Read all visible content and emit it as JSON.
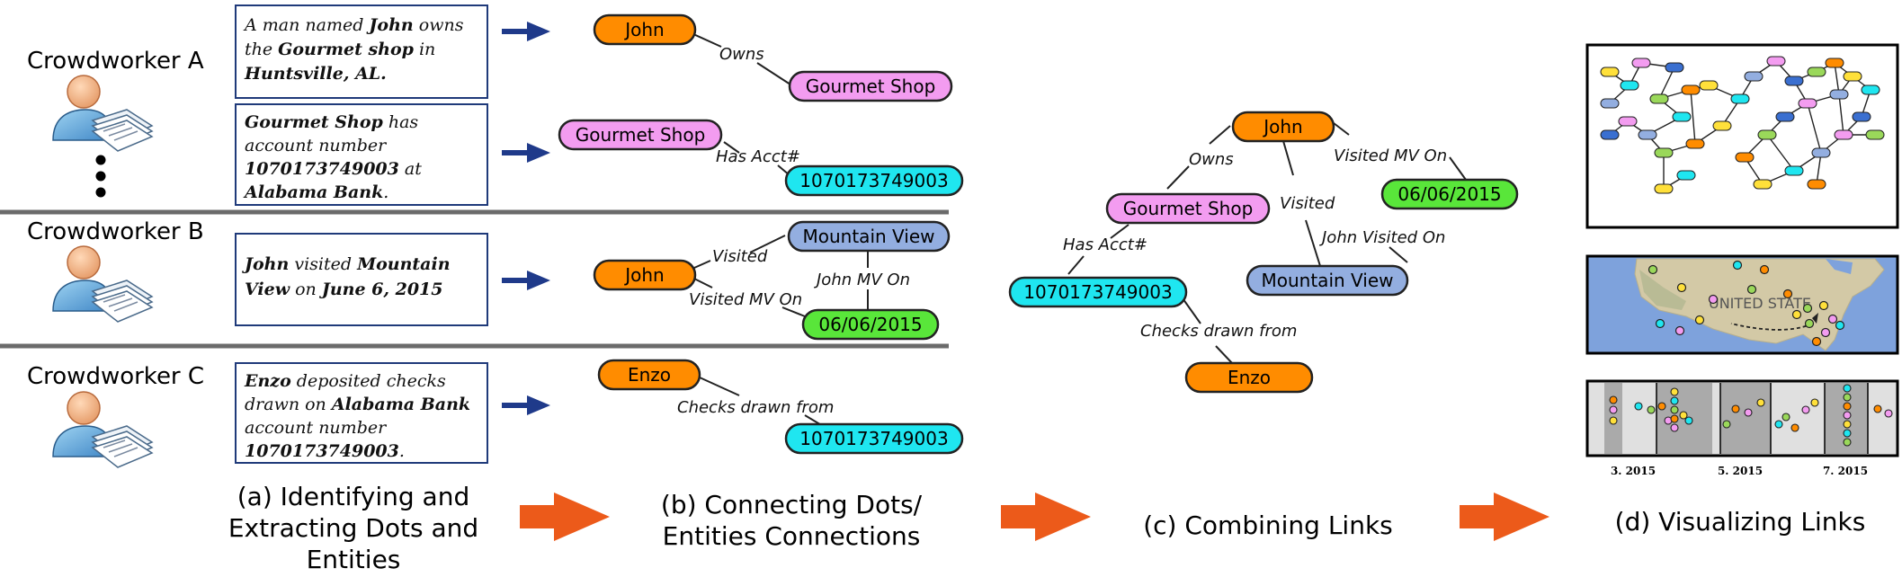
{
  "colors": {
    "orange": "#ff8c00",
    "pink": "#f39cf0",
    "cyan": "#1fe6f0",
    "green": "#59e63a",
    "blue": "#93aee0",
    "arrow_blue": "#1f3a8a",
    "arrow_orange": "#ec5a1a"
  },
  "workers": [
    {
      "label": "Crowdworker A"
    },
    {
      "label": "Crowdworker B"
    },
    {
      "label": "Crowdworker C"
    }
  ],
  "sentences": {
    "a1": [
      [
        {
          "t": "A man named "
        },
        {
          "t": "John",
          "b": true
        },
        {
          "t": " owns"
        }
      ],
      [
        {
          "t": "the "
        },
        {
          "t": "Gourmet shop",
          "b": true
        },
        {
          "t": " in"
        }
      ],
      [
        {
          "t": "Huntsville, AL.",
          "b": true
        }
      ]
    ],
    "a2": [
      [
        {
          "t": "Gourmet Shop",
          "b": true
        },
        {
          "t": " has"
        }
      ],
      [
        {
          "t": "account number"
        }
      ],
      [
        {
          "t": "1070173749003",
          "b": true
        },
        {
          "t": " at"
        }
      ],
      [
        {
          "t": "Alabama Bank",
          "b": true
        },
        {
          "t": "."
        }
      ]
    ],
    "b1": [
      [
        {
          "t": "John",
          "b": true
        },
        {
          "t": " visited "
        },
        {
          "t": "Mountain",
          "b": true
        }
      ],
      [
        {
          "t": "View",
          "b": true
        },
        {
          "t": " on "
        },
        {
          "t": "June 6, 2015",
          "b": true
        }
      ]
    ],
    "c1": [
      [
        {
          "t": "Enzo",
          "b": true
        },
        {
          "t": " deposited checks"
        }
      ],
      [
        {
          "t": "drawn on "
        },
        {
          "t": "Alabama Bank",
          "b": true
        }
      ],
      [
        {
          "t": "account number"
        }
      ],
      [
        {
          "t": "1070173749003",
          "b": true
        },
        {
          "t": "."
        }
      ]
    ]
  },
  "entities": {
    "john": "John",
    "gourmet_shop": "Gourmet Shop",
    "account": "1070173749003",
    "mountain_view": "Mountain View",
    "date": "06/06/2015",
    "enzo": "Enzo"
  },
  "relations": {
    "owns": "Owns",
    "has_acct": "Has Acct#",
    "visited": "Visited",
    "visited_mv_on": "Visited MV On",
    "john_mv_on": "John MV On",
    "john_visited_on": "John Visited On",
    "checks_drawn_from": "Checks drawn from"
  },
  "captions": {
    "a": [
      "(a) Identifying and",
      "Extracting Dots and",
      "Entities"
    ],
    "b": [
      "(b) Connecting Dots/",
      "Entities Connections"
    ],
    "c": [
      "(c) Combining Links"
    ],
    "d": [
      "(d) Visualizing Links"
    ]
  },
  "map_label": "UNITED STATE",
  "timeline_ticks": [
    "3. 2015",
    "5. 2015",
    "7. 2015"
  ]
}
